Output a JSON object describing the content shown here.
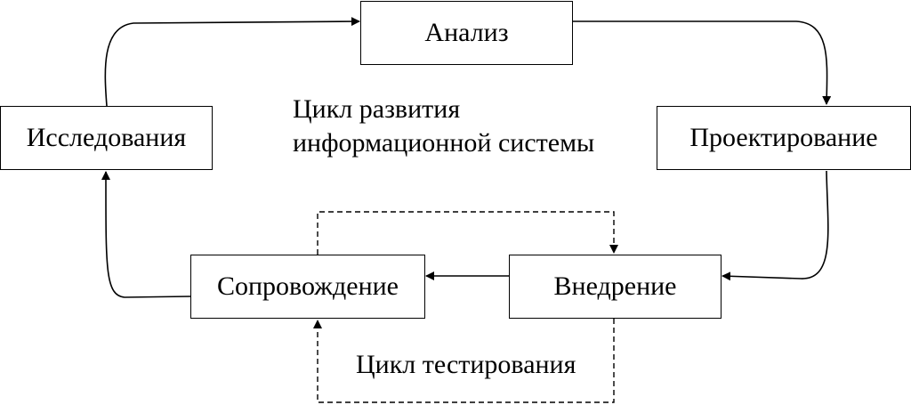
{
  "nodes": {
    "analysis": "Анализ",
    "design": "Проектирование",
    "research": "Исследования",
    "deployment": "Внедрение",
    "maintenance": "Сопровождение"
  },
  "captions": {
    "development_cycle_line1": "Цикл развития",
    "development_cycle_line2": "информационной системы",
    "testing_cycle": "Цикл тестирования"
  },
  "colors": {
    "stroke": "#000000",
    "background": "#ffffff"
  }
}
